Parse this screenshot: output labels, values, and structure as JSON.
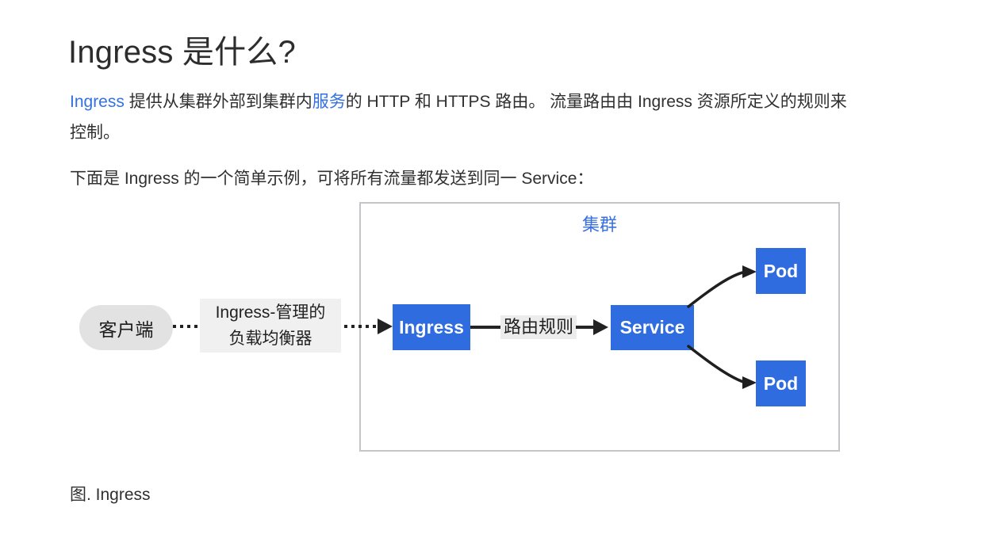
{
  "page": {
    "title": "Ingress 是什么?",
    "paragraph1": {
      "link1": "Ingress",
      "text1": " 提供从集群外部到集群内",
      "link2": "服务",
      "text2": "的 HTTP 和 HTTPS 路由。 流量路由由 Ingress 资源所定义的规则来控制。"
    },
    "paragraph2": "下面是 Ingress 的一个简单示例，可将所有流量都发送到同一 Service：",
    "caption": "图. Ingress"
  },
  "diagram": {
    "cluster_label": "集群",
    "client_label": "客户端",
    "lb_label_line1": "Ingress-管理的",
    "lb_label_line2": "负载均衡器",
    "ingress_label": "Ingress",
    "route_label": "路由规则",
    "service_label": "Service",
    "pod_top_label": "Pod",
    "pod_bottom_label": "Pod"
  },
  "colors": {
    "node_blue": "#2f6ce0",
    "link_blue": "#3371e3",
    "cluster_label_blue": "#3a70e2",
    "text_dark": "#303030",
    "client_pill_gray": "#e2e2e2",
    "label_bg_gray": "#f0f0f0",
    "cluster_border_gray": "#c5c5c9",
    "arrow_black": "#222222"
  }
}
